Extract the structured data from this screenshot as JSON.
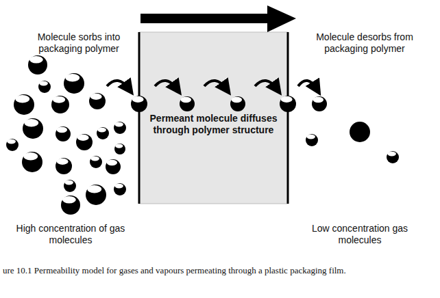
{
  "diagram": {
    "caption": "ure 10.1 Permeability model for gases and vapours permeating through a plastic packaging film.",
    "nodes": [
      {
        "text": [
          "Permeant molecule diffuses through polymer structure"
        ]
      }
    ],
    "labels": [
      "Molecule sorbs into packaging polymer",
      "Molecule desorbs from packaging polymer",
      "High concentration of gas molecules",
      "Low concentration gas molecules"
    ]
  }
}
